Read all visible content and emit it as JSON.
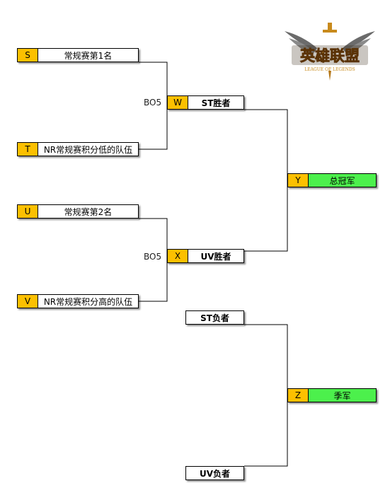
{
  "logo": {
    "line1": "英雄联盟",
    "line2": "LEAGUE OF LEGENDS"
  },
  "upper": {
    "seeds": [
      {
        "code": "S",
        "label": "常规赛第1名"
      },
      {
        "code": "T",
        "label": "NR常规赛积分低的队伍"
      },
      {
        "code": "U",
        "label": "常规赛第2名"
      },
      {
        "code": "V",
        "label": "NR常规赛积分高的队伍"
      }
    ],
    "match_format": [
      "BO5",
      "BO5"
    ],
    "winners": [
      {
        "code": "W",
        "label": "ST胜者"
      },
      {
        "code": "X",
        "label": "UV胜者"
      }
    ],
    "final": {
      "code": "Y",
      "label": "总冠军"
    }
  },
  "lower": {
    "losers": [
      {
        "label": "ST负者"
      },
      {
        "label": "UV负者"
      }
    ],
    "final": {
      "code": "Z",
      "label": "季军"
    }
  },
  "colors": {
    "code_fill": "#fcc000",
    "final_fill": "#4cf04c",
    "line": "#000000"
  }
}
